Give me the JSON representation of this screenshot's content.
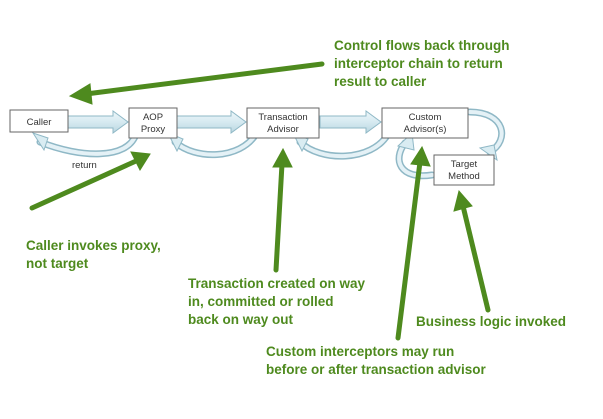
{
  "nodes": {
    "caller": "Caller",
    "aop_proxy": [
      "AOP",
      "Proxy"
    ],
    "transaction_advisor": [
      "Transaction",
      "Advisor"
    ],
    "custom_advisor": [
      "Custom",
      "Advisor(s)"
    ],
    "target_method": [
      "Target",
      "Method"
    ]
  },
  "edge_labels": {
    "return": "return"
  },
  "annotations": {
    "control_flow": [
      "Control flows back through",
      "interceptor chain to return",
      "result to caller"
    ],
    "caller_invokes": [
      "Caller invokes proxy,",
      "not target"
    ],
    "transaction_created": [
      "Transaction created on way",
      "in, committed or rolled",
      "back on way out"
    ],
    "business_logic": [
      "Business logic invoked"
    ],
    "custom_interceptors": [
      "Custom interceptors may run",
      "before or after transaction advisor"
    ]
  },
  "colors": {
    "annotation_green": "#4e8a1e",
    "arrow_fill": "#d9ecf2",
    "arrow_stroke": "#8fb8c6",
    "box_border": "#666666"
  }
}
